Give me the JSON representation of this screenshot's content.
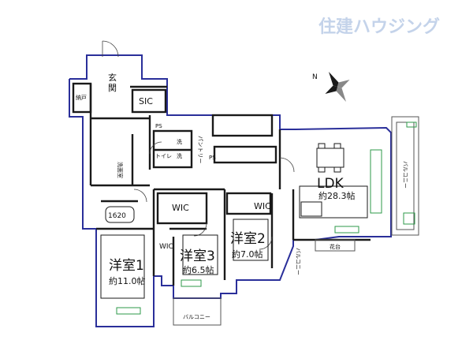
{
  "brand": {
    "logo_text": "住建ハウジング"
  },
  "rooms": {
    "entrance": "玄関",
    "storage": "納戸",
    "sic": "SIC",
    "toilet": "トイレ",
    "washroom": "洗面室",
    "ps_1": "PS",
    "ps_2": "PS",
    "wash_1": "洗",
    "wash_2": "洗",
    "pantry": "パントリー",
    "unit_bath": "1620",
    "ldk_name": "LDK",
    "ldk_size": "約28.3帖",
    "room1_name": "洋室1",
    "room1_size": "約11.0帖",
    "room2_name": "洋室2",
    "room2_size": "約7.0帖",
    "room3_name": "洋室3",
    "room3_size": "約6.5帖",
    "wic_1": "WIC",
    "wic_2": "WIC",
    "wic_3": "WIC",
    "balcony_right": "バルコニー",
    "balcony_bottom": "バルコニー",
    "balcony_small": "バルコニー",
    "flower_bed": "花台",
    "compass": "N"
  },
  "colors": {
    "wall": "#1a1a1a",
    "outer_wall": "#2a2f9a",
    "fixture": "#2e9a4a",
    "logo": "#c4d3ea"
  }
}
